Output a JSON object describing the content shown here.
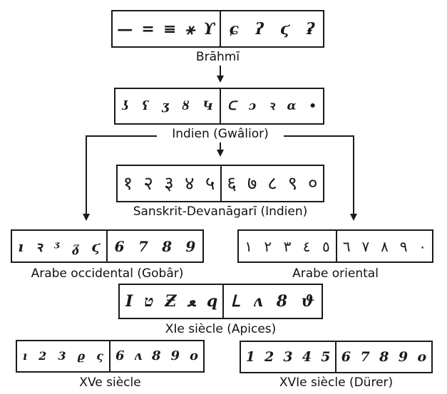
{
  "diagram": {
    "nodes": {
      "brahmi": {
        "label": "Brāhmī",
        "digits_left": [
          "—",
          "=",
          "≡",
          "⚹",
          "ϒ"
        ],
        "digits_right": [
          "ɕ",
          "ʔ",
          "ϛ",
          "ʡ"
        ]
      },
      "gwalior": {
        "label": "Indien (Gwâlior)",
        "digits_left": [
          "ʖ",
          "ʕ",
          "ʒ",
          "ȣ",
          "Կ"
        ],
        "digits_right": [
          "ᑕ",
          "ɔ",
          "ꝛ",
          "ɑ",
          "•"
        ]
      },
      "devanagari": {
        "label": "Sanskrit-Devanāgarī (Indien)",
        "digits_left": [
          "१",
          "२",
          "३",
          "४",
          "५"
        ],
        "digits_right": [
          "६",
          "७",
          "८",
          "९",
          "०"
        ]
      },
      "gobar": {
        "label": "Arabe occidental (Gobâr)",
        "digits_left": [
          "ı",
          "ꝛ",
          "ᶾ",
          "ᵹ",
          "ϛ"
        ],
        "digits_right": [
          "6",
          "7",
          "8",
          "9"
        ]
      },
      "oriental": {
        "label": "Arabe oriental",
        "digits_left": [
          "١",
          "٢",
          "٣",
          "٤",
          "٥"
        ],
        "digits_right": [
          "٦",
          "٧",
          "٨",
          "٩",
          "٠"
        ]
      },
      "apices": {
        "label": "XIe siècle (Apices)",
        "digits_left": [
          "I",
          "ט",
          "Ƶ",
          "ﻌ",
          "ԛ"
        ],
        "digits_right": [
          "ᒪ",
          "ʌ",
          "8",
          "ϑ"
        ]
      },
      "xv": {
        "label": "XVe siècle",
        "digits_left": [
          "ı",
          "2",
          "3",
          "ϱ",
          "ς"
        ],
        "digits_right": [
          "6",
          "ʌ",
          "8",
          "9",
          "o"
        ]
      },
      "xvi": {
        "label": "XVIe siècle (Dürer)",
        "digits_left": [
          "1",
          "2",
          "3",
          "4",
          "5"
        ],
        "digits_right": [
          "6",
          "7",
          "8",
          "9",
          "o"
        ]
      }
    },
    "edges": [
      {
        "from": "Brāhmī",
        "to": "Indien (Gwâlior)"
      },
      {
        "from": "Indien (Gwâlior)",
        "to": "Sanskrit-Devanāgarī (Indien)"
      },
      {
        "from": "Indien (Gwâlior)",
        "to": "Arabe occidental (Gobâr)"
      },
      {
        "from": "Indien (Gwâlior)",
        "to": "Arabe oriental"
      }
    ]
  }
}
